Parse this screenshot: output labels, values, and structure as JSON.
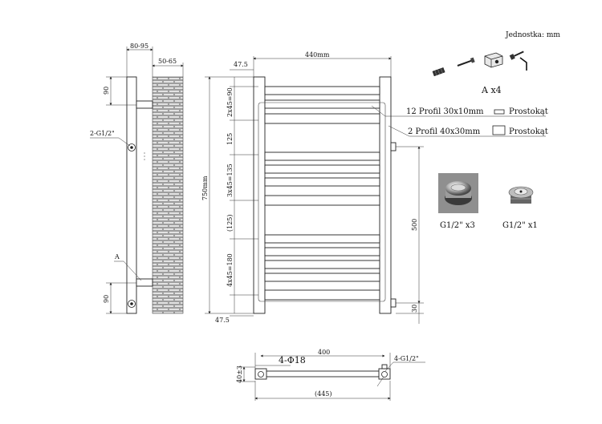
{
  "unit_label": "Jednostka: mm",
  "side_view": {
    "top_width": "80-95",
    "wall_gap": "50-65",
    "top_offset": "90",
    "bottom_offset": "90",
    "connection": "2-G1/2\"",
    "bracket": "A"
  },
  "front_view": {
    "width": "440mm",
    "height": "750mm",
    "top_margin": "47.5",
    "bottom_margin": "47.5",
    "group1": "2x45=90",
    "gap1": "125",
    "group2": "3x45=135",
    "gap2": "(125)",
    "group3": "4x45=180",
    "center_distance": "500",
    "bottom_connection": "30",
    "profile_small": "12 Profil 30x10mm",
    "profile_large": "2 Profil 40x30mm",
    "profile_small_shape": "Prostokąt",
    "profile_large_shape": "Prostokąt"
  },
  "accessories": {
    "kit_label": "A x4",
    "plug_a_label": "G1/2\" x3",
    "plug_b_label": "G1/2\" x1"
  },
  "bottom_view": {
    "width": "400",
    "holes": "4-Φ18",
    "depth": "40±3",
    "connection": "4-G1/2\"",
    "total_width": "(445)"
  }
}
